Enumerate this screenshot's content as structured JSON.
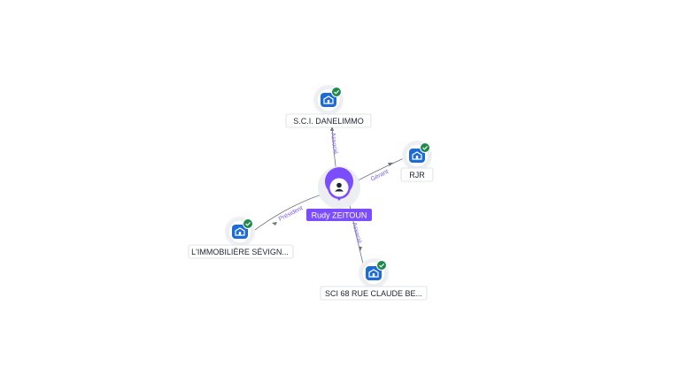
{
  "colors": {
    "company_icon": "#1e6bd6",
    "check_badge": "#1f8a4c",
    "person_pin": "#7c4dff",
    "person_label_bg": "#7c4dff",
    "edge": "#6b7280",
    "edge_label": "#7c5cf0"
  },
  "center": {
    "name": "Rudy ZEITOUN",
    "icon": "person-icon"
  },
  "companies": [
    {
      "label": "S.C.I. DANELIMMO",
      "icon": "building-icon",
      "verified": true,
      "role": "Associé"
    },
    {
      "label": "RJR",
      "icon": "building-icon",
      "verified": true,
      "role": "Gérant"
    },
    {
      "label": "L'IMMOBILIÈRE SÉVIGN...",
      "icon": "building-icon",
      "verified": true,
      "role": "Président"
    },
    {
      "label": "SCI 68 RUE CLAUDE BE...",
      "icon": "building-icon",
      "verified": true,
      "role": "Associé"
    }
  ]
}
